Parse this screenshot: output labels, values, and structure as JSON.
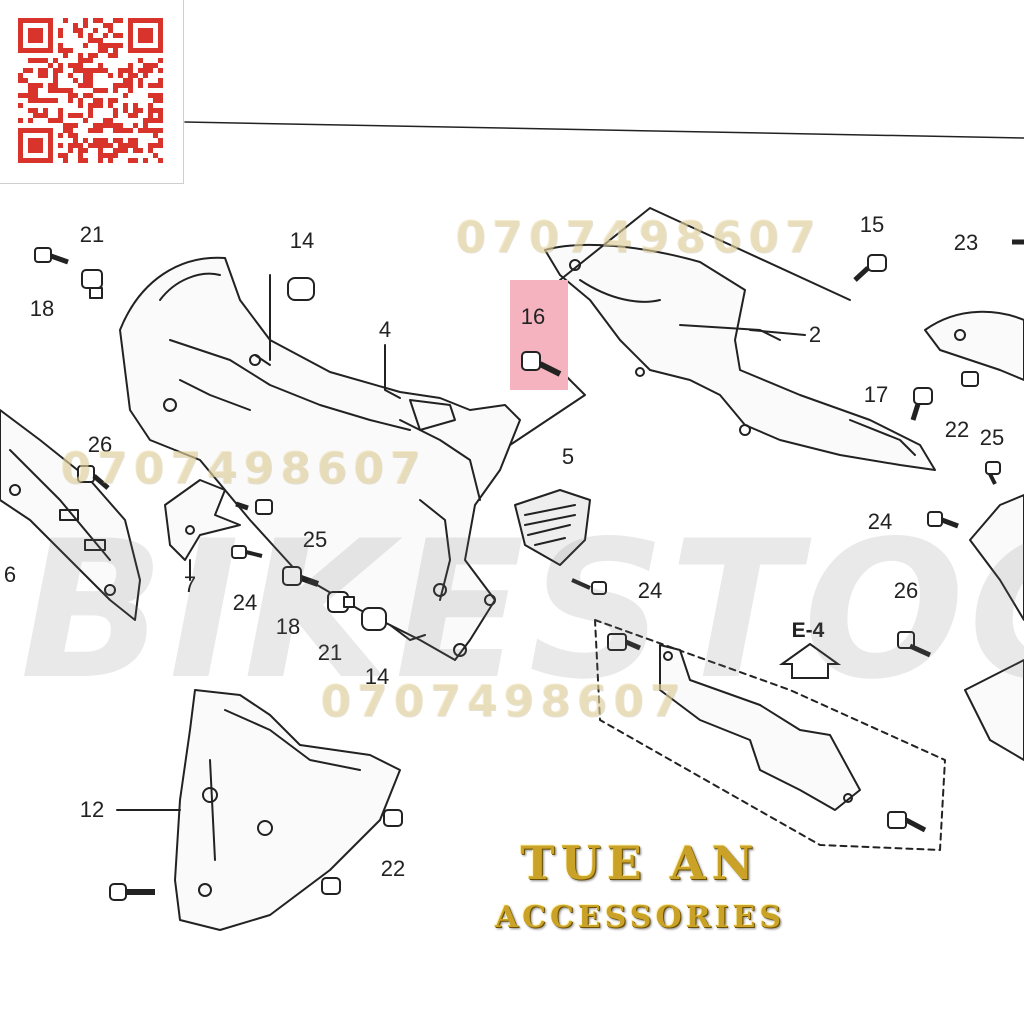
{
  "brand": {
    "title": "TUE AN",
    "subtitle": "ACCESSORIES",
    "gold_color": "#c9a227"
  },
  "watermarks": {
    "phone": "0707498607",
    "site": "BIKESTOCK"
  },
  "diagram": {
    "section_ref": "E-4",
    "highlight_color": "#f5b3c0",
    "highlighted_part": "16",
    "part_numbers": [
      "21",
      "18",
      "14",
      "4",
      "16",
      "15",
      "2",
      "23",
      "17",
      "22",
      "25",
      "26",
      "6",
      "7",
      "25",
      "24",
      "18",
      "21",
      "14",
      "5",
      "24",
      "24",
      "26",
      "12",
      "22"
    ]
  }
}
